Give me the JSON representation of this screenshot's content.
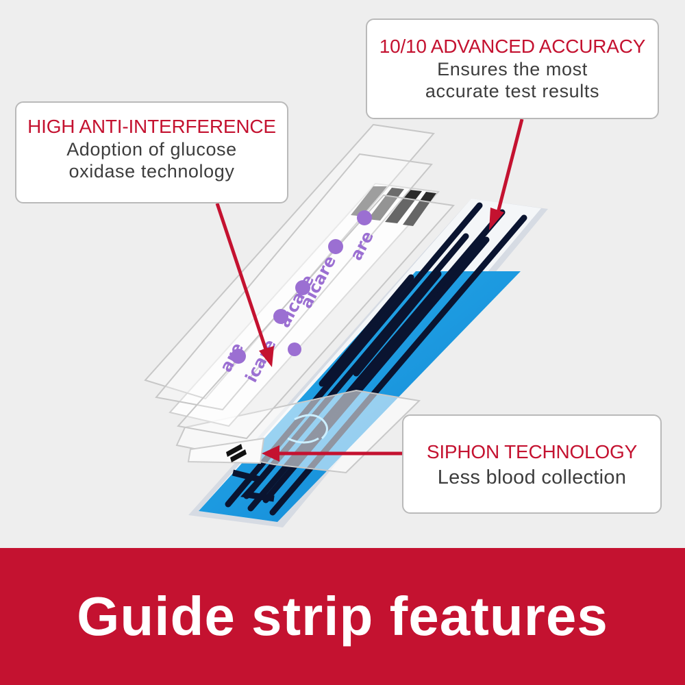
{
  "colors": {
    "accent": "#c41230",
    "background": "#eeeeee",
    "callout_text": "#3d3d3d",
    "strip_blue": "#1a9be0",
    "electrode": "#0a1430",
    "logo_purple": "#9b6fd2"
  },
  "callouts": {
    "accuracy": {
      "title": "10/10 ADVANCED ACCURACY",
      "line1": "Ensures the most",
      "line2": "accurate test results"
    },
    "interference": {
      "title": "HIGH ANTI-INTERFERENCE",
      "line1": "Adoption of glucose",
      "line2": "oxidase technology"
    },
    "siphon": {
      "title": "SIPHON TECHNOLOGY",
      "line1": "Less blood collection"
    }
  },
  "strip": {
    "brand_marks": [
      "aicare",
      "aicare",
      "are",
      "icare",
      "are"
    ]
  },
  "banner": {
    "title": "Guide strip features"
  }
}
